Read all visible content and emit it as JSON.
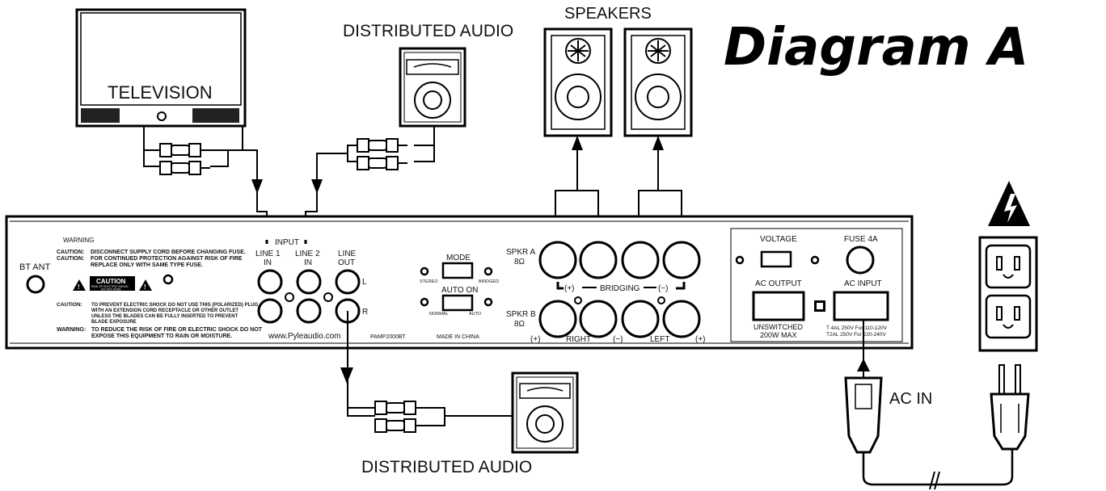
{
  "title": "Diagram A",
  "labels": {
    "television": "TELEVISION",
    "distributed_audio_top": "DISTRIBUTED AUDIO",
    "distributed_audio_bottom": "DISTRIBUTED AUDIO",
    "speakers": "SPEAKERS",
    "ac_in": "AC IN"
  },
  "panel": {
    "warning_heading": "WARNING",
    "bt_ant": "BT ANT",
    "caution_sticker": "CAUTION",
    "caution_sticker_sub1": "RISK OF ELECTRIC SHOCK",
    "caution_sticker_sub2": "DO NOT OPEN",
    "notices": [
      {
        "label": "CAUTION:",
        "line1": "DISCONNECT SUPPLY CORD BEFORE CHANGING FUSE.",
        "line2": ""
      },
      {
        "label": "CAUTION:",
        "line1": "FOR CONTINUED PROTECTION AGAINST RISK OF FIRE",
        "line2": "REPLACE ONLY WITH SAME TYPE FUSE."
      }
    ],
    "caution3_label": "CAUTION:",
    "caution3_lines": [
      "TO PREVENT ELECTRIC SHOCK DO NOT USE THIS (POLARIZED) PLUG",
      "WITH AN EXTENSION CORD RECEPTACLE OR OTHER OUTLET",
      "UNLESS THE BLADES CAN BE FULLY INSERTED TO PREVENT",
      "BLADE EXPOSURE"
    ],
    "warning_label": "WARNING:",
    "warning_lines": [
      "TO REDUCE THE RISK OF FIRE OR ELECTRIC SHOCK DO NOT",
      "EXPOSE THIS EQUIPMENT TO RAIN OR MOISTURE."
    ],
    "input": "INPUT",
    "line1_a": "LINE 1",
    "line1_b": "IN",
    "line2_a": "LINE 2",
    "line2_b": "IN",
    "lineout_a": "LINE",
    "lineout_b": "OUT",
    "l": "L",
    "r": "R",
    "website": "www.Pyleaudio.com",
    "model": "PAMP2000BT",
    "made_in": "MADE IN CHINA",
    "mode": "MODE",
    "stereo": "STEREO",
    "bridged": "BRIDGED",
    "auto_on": "AUTO ON",
    "normal": "NORMAL",
    "auto": "AUTO",
    "spkr_a": "SPKR A",
    "spkr_a_ohm": "8Ω",
    "spkr_b": "SPKR B",
    "spkr_b_ohm": "8Ω",
    "bridging": "BRIDGING",
    "plus": "(+)",
    "minus": "(−)",
    "bridge_plus": "(+)",
    "bridge_minus": "(−)",
    "right": "RIGHT",
    "left": "LEFT",
    "voltage": "VOLTAGE",
    "fuse": "FUSE  4A",
    "ac_output": "AC OUTPUT",
    "ac_input": "AC INPUT",
    "unswitched": "UNSWITCHED",
    "max_power": "200W MAX",
    "fuse_spec1": "T 4AL 250V For 110-120V",
    "fuse_spec2": "T2AL 250V For 220-240V"
  }
}
